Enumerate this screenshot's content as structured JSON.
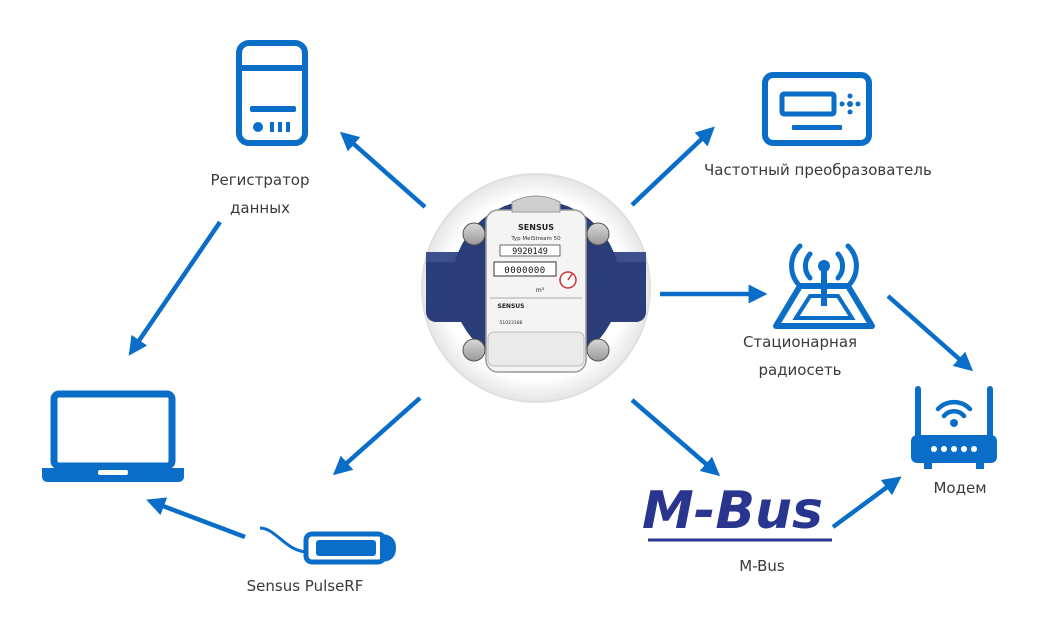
{
  "colors": {
    "accent": "#0a6ec8",
    "meter_body": "#2c3e7a",
    "text": "#3a3a3a"
  },
  "nodes": {
    "data_logger": {
      "label_line1": "Регистратор",
      "label_line2": "данных",
      "icon": "server-icon"
    },
    "frequency_converter": {
      "label": "Частотный преобразователь",
      "icon": "frequency-converter-icon"
    },
    "radio_network": {
      "label_line1": "Стационарная",
      "label_line2": "радиосеть",
      "icon": "radio-tower-icon"
    },
    "modem": {
      "label": "Модем",
      "icon": "router-icon"
    },
    "mbus": {
      "label": "M-Bus",
      "logo_text": "M-Bus",
      "icon": "mbus-logo"
    },
    "pulserf": {
      "label": "Sensus PulseRF",
      "icon": "pulse-module-icon"
    },
    "laptop": {
      "icon": "laptop-icon"
    }
  },
  "meter": {
    "brand": "SENSUS",
    "model": "Typ MeiStream 50",
    "serial": "9920149",
    "digits": "0000000",
    "unit": "m³",
    "brand2": "SENSUS",
    "number_small": "51023186"
  }
}
